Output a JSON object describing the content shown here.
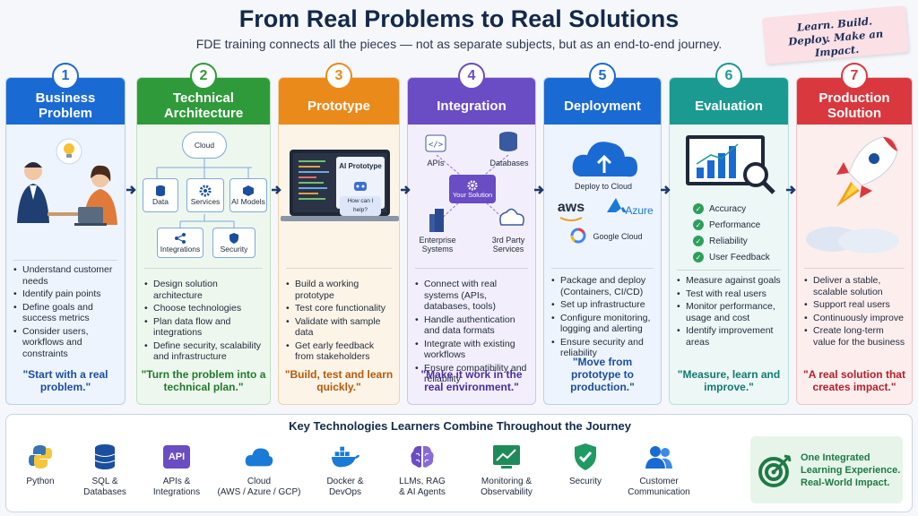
{
  "header": {
    "title": "From Real Problems to Real Solutions",
    "subtitle": "FDE training connects all the pieces — not as separate subjects, but as an end-to-end journey.",
    "sticky_line1": "Learn. Build.",
    "sticky_line2": "Deploy. Make an Impact."
  },
  "steps": [
    {
      "number": "1",
      "title": "Business Problem",
      "color": "#1a6ad3",
      "bullets": [
        "Understand customer needs",
        "Identify pain points",
        "Define goals and success metrics",
        "Consider users, workflows and constraints"
      ],
      "quote": "\"Start with a real problem.\""
    },
    {
      "number": "2",
      "title": "Technical Architecture",
      "color": "#2f9a3a",
      "diagram": {
        "cloud": "Cloud",
        "data": "Data",
        "services": "Services",
        "ai_models": "AI Models",
        "integrations": "Integrations",
        "security": "Security"
      },
      "bullets": [
        "Design solution architecture",
        "Choose technologies",
        "Plan data flow and integrations",
        "Define security, scalability and infrastructure"
      ],
      "quote": "\"Turn the problem into a technical plan.\""
    },
    {
      "number": "3",
      "title": "Prototype",
      "color": "#ea8a1a",
      "diagram": {
        "screen_title": "AI Prototype",
        "chat_prompt": "How can I help?"
      },
      "bullets": [
        "Build a working prototype",
        "Test core functionality",
        "Validate with sample data",
        "Get early feedback from stakeholders"
      ],
      "quote": "\"Build, test and learn quickly.\""
    },
    {
      "number": "4",
      "title": "Integration",
      "color": "#6a4cc4",
      "diagram": {
        "apis": "APIs",
        "databases": "Databases",
        "center": "Your Solution",
        "enterprise": "Enterprise Systems",
        "third_party": "3rd Party Services"
      },
      "bullets": [
        "Connect with real systems (APIs, databases, tools)",
        "Handle authentication and data formats",
        "Integrate with existing workflows",
        "Ensure compatibility and reliability"
      ],
      "quote": "\"Make it work in the real environment.\""
    },
    {
      "number": "5",
      "title": "Deployment",
      "color": "#1a6ad3",
      "diagram": {
        "deploy": "Deploy to Cloud",
        "aws": "aws",
        "azure": "Azure",
        "gcloud": "Google Cloud"
      },
      "bullets": [
        "Package and deploy (Containers, CI/CD)",
        "Set up infrastructure",
        "Configure monitoring, logging and alerting",
        "Ensure security and reliability"
      ],
      "quote": "\"Move from prototype to production.\""
    },
    {
      "number": "6",
      "title": "Evaluation",
      "color": "#1b9a92",
      "checks": [
        "Accuracy",
        "Performance",
        "Reliability",
        "User Feedback"
      ],
      "bullets": [
        "Measure against goals",
        "Test with real users",
        "Monitor performance, usage and cost",
        "Identify improvement areas"
      ],
      "quote": "\"Measure, learn and improve.\""
    },
    {
      "number": "7",
      "title": "Production Solution",
      "color": "#d9383f",
      "bullets": [
        "Deliver a stable, scalable solution",
        "Support real users",
        "Continuously improve",
        "Create long-term value for the business"
      ],
      "quote": "\"A real solution that creates impact.\""
    }
  ],
  "technologies": {
    "title": "Key Technologies Learners Combine Throughout the Journey",
    "items": [
      {
        "line1": "Python",
        "line2": "",
        "icon": "python-icon"
      },
      {
        "line1": "SQL &",
        "line2": "Databases",
        "icon": "database-icon"
      },
      {
        "line1": "APIs &",
        "line2": "Integrations",
        "icon": "api-icon"
      },
      {
        "line1": "Cloud",
        "line2": "(AWS / Azure / GCP)",
        "icon": "cloud-icon"
      },
      {
        "line1": "Docker &",
        "line2": "DevOps",
        "icon": "docker-icon"
      },
      {
        "line1": "LLMs, RAG",
        "line2": "& AI Agents",
        "icon": "brain-icon"
      },
      {
        "line1": "Monitoring &",
        "line2": "Observability",
        "icon": "monitoring-icon"
      },
      {
        "line1": "Security",
        "line2": "",
        "icon": "shield-icon"
      },
      {
        "line1": "Customer",
        "line2": "Communication",
        "icon": "people-icon"
      }
    ],
    "api_icon_text": "API",
    "impact_line1": "One Integrated",
    "impact_line2": "Learning Experience.",
    "impact_line3": "Real-World Impact."
  }
}
